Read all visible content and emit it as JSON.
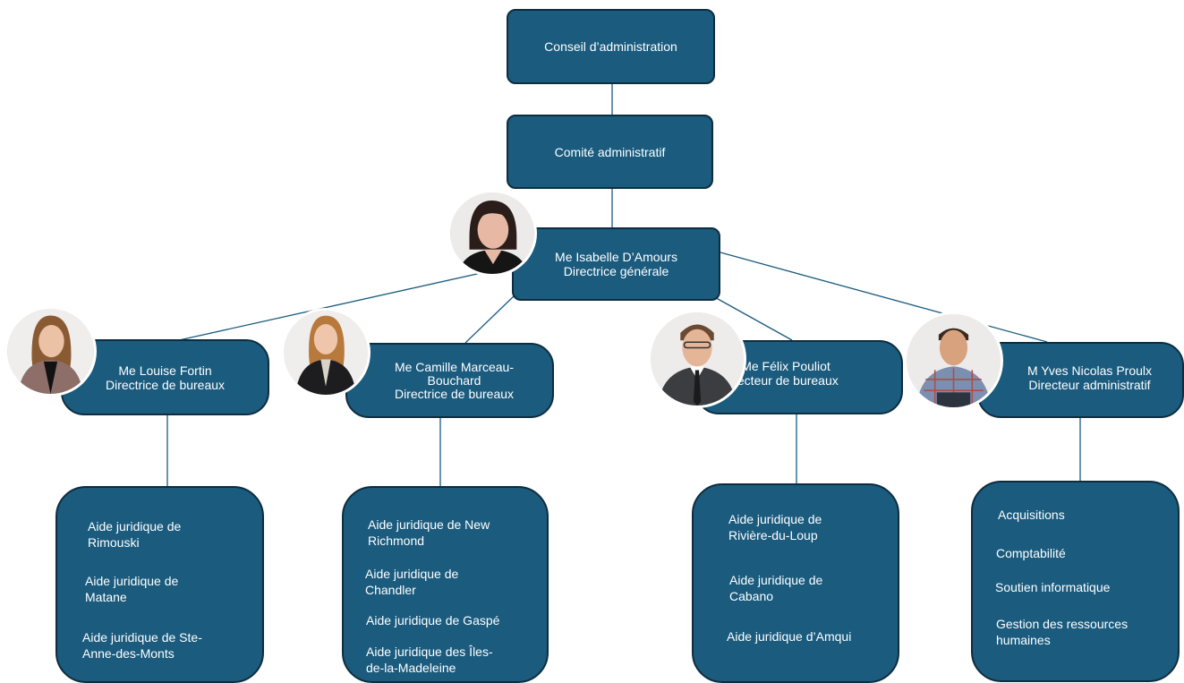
{
  "board": {
    "label": "Conseil d’administration"
  },
  "committee": {
    "label": "Comité administratif"
  },
  "director_general": {
    "line1": "Me Isabelle D’Amours",
    "line2": "Directrice générale"
  },
  "managers": [
    {
      "line1": "Me Louise Fortin",
      "line2": "Directrice de bureaux",
      "line3": ""
    },
    {
      "line1": "Me Camille Marceau-",
      "line2": "Bouchard",
      "line3": "Directrice de bureaux"
    },
    {
      "line1": "Me Félix Pouliot",
      "line2": "recteur de bureaux",
      "line3": ""
    },
    {
      "line1": "M Yves Nicolas Proulx",
      "line2": "Directeur administratif",
      "line3": ""
    }
  ],
  "offices": [
    {
      "items": [
        {
          "l1": "Aide juridique de",
          "l2": "Rimouski"
        },
        {
          "l1": "Aide juridique de",
          "l2": "Matane"
        },
        {
          "l1": "Aide juridique de Ste-",
          "l2": "Anne-des-Monts"
        }
      ]
    },
    {
      "items": [
        {
          "l1": "Aide juridique de New",
          "l2": "Richmond"
        },
        {
          "l1": "Aide juridique de",
          "l2": "Chandler"
        },
        {
          "l1": "Aide juridique de Gaspé",
          "l2": ""
        },
        {
          "l1": "Aide juridique des Îles-",
          "l2": "de-la-Madeleine"
        }
      ]
    },
    {
      "items": [
        {
          "l1": "Aide juridique de",
          "l2": "Rivière-du-Loup"
        },
        {
          "l1": "Aide juridique de",
          "l2": "Cabano"
        },
        {
          "l1": "Aide juridique d’Amqui",
          "l2": ""
        }
      ]
    },
    {
      "items": [
        {
          "l1": "Acquisitions",
          "l2": ""
        },
        {
          "l1": "Comptabilité",
          "l2": ""
        },
        {
          "l1": "Soutien informatique",
          "l2": ""
        },
        {
          "l1": "Gestion des ressources",
          "l2": "humaines"
        }
      ]
    }
  ],
  "colors": {
    "box_fill": "#1a5b7e",
    "box_border": "#0e2d3f",
    "connector": "#1a5b7e"
  }
}
